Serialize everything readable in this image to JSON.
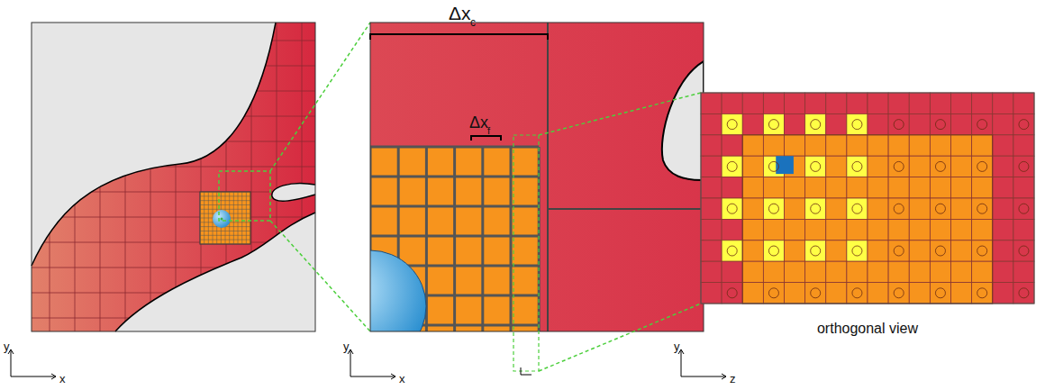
{
  "diagram": {
    "labels": [
      "Δx",
      "c",
      "Δx",
      "f",
      "orthogonal view",
      "y",
      "x",
      "y",
      "x",
      "y",
      "z"
    ]
  }
}
